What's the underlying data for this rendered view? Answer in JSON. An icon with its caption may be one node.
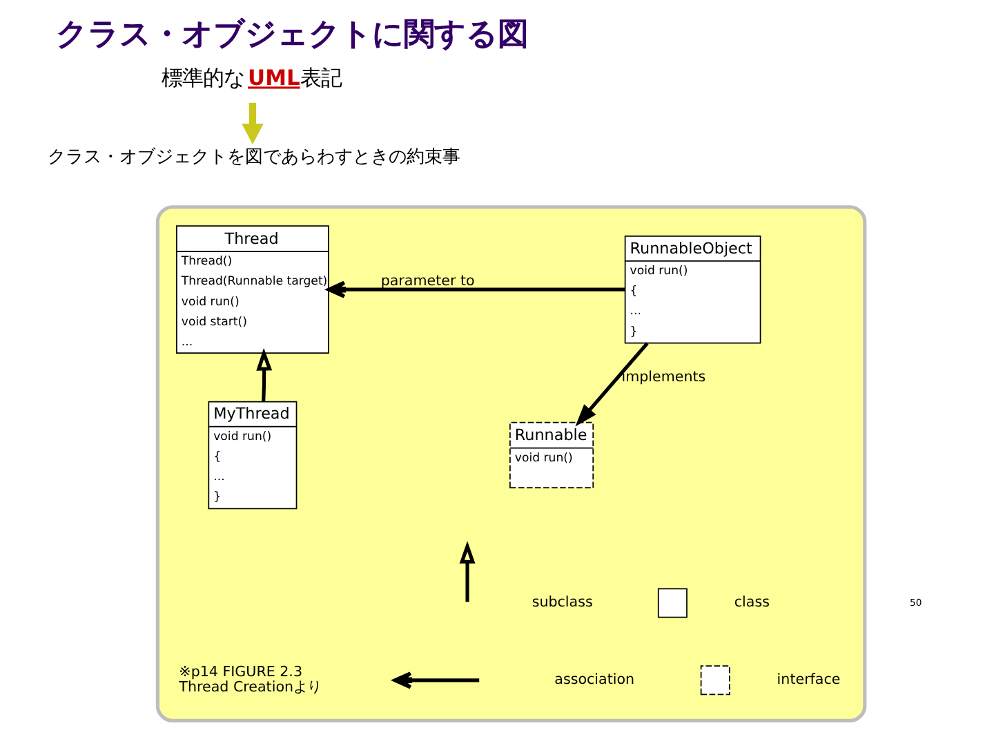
{
  "diagram": {
    "title": "クラス・オブジェクトに関する図",
    "nodes": [
      {
        "text": [
          "標準的な**UML**表記"
        ]
      },
      {
        "text": [
          "クラス・オブジェクトを図であらわすときの約束事"
        ]
      },
      {
        "text": [],
        "shape": "box"
      },
      {
        "text": [
          "Thread",
          "Thread()",
          "Thread(Runnable target)",
          "void run()",
          "void start()",
          "..."
        ],
        "in": 2
      },
      {
        "text": [
          "RunnableObject",
          "void run()",
          "{",
          "...",
          "}"
        ],
        "in": 2
      },
      {
        "text": [
          "MyThread",
          "void run()",
          "{",
          "...",
          "}"
        ],
        "in": 2
      },
      {
        "text": [
          "Runnable",
          "void run()"
        ],
        "in": 2
      }
    ],
    "edges": [
      {
        "from": 0,
        "to": 1,
        "arrow": "to",
        "style": "thick",
        "color": "#c8c81e"
      },
      {
        "from": 4,
        "to": 3,
        "arrow": "to",
        "label": "parameter to"
      },
      {
        "from": 5,
        "to": 3,
        "arrow": "to"
      },
      {
        "from": 4,
        "to": 6,
        "arrow": "to",
        "label": "implements"
      }
    ],
    "labels": [
      "※p14 FIGURE 2.3 Thread Creationより",
      "50"
    ],
    "legend": [
      {
        "text": "subclass"
      },
      {
        "text": "class"
      },
      {
        "text": "association"
      },
      {
        "text": "interface"
      }
    ]
  }
}
